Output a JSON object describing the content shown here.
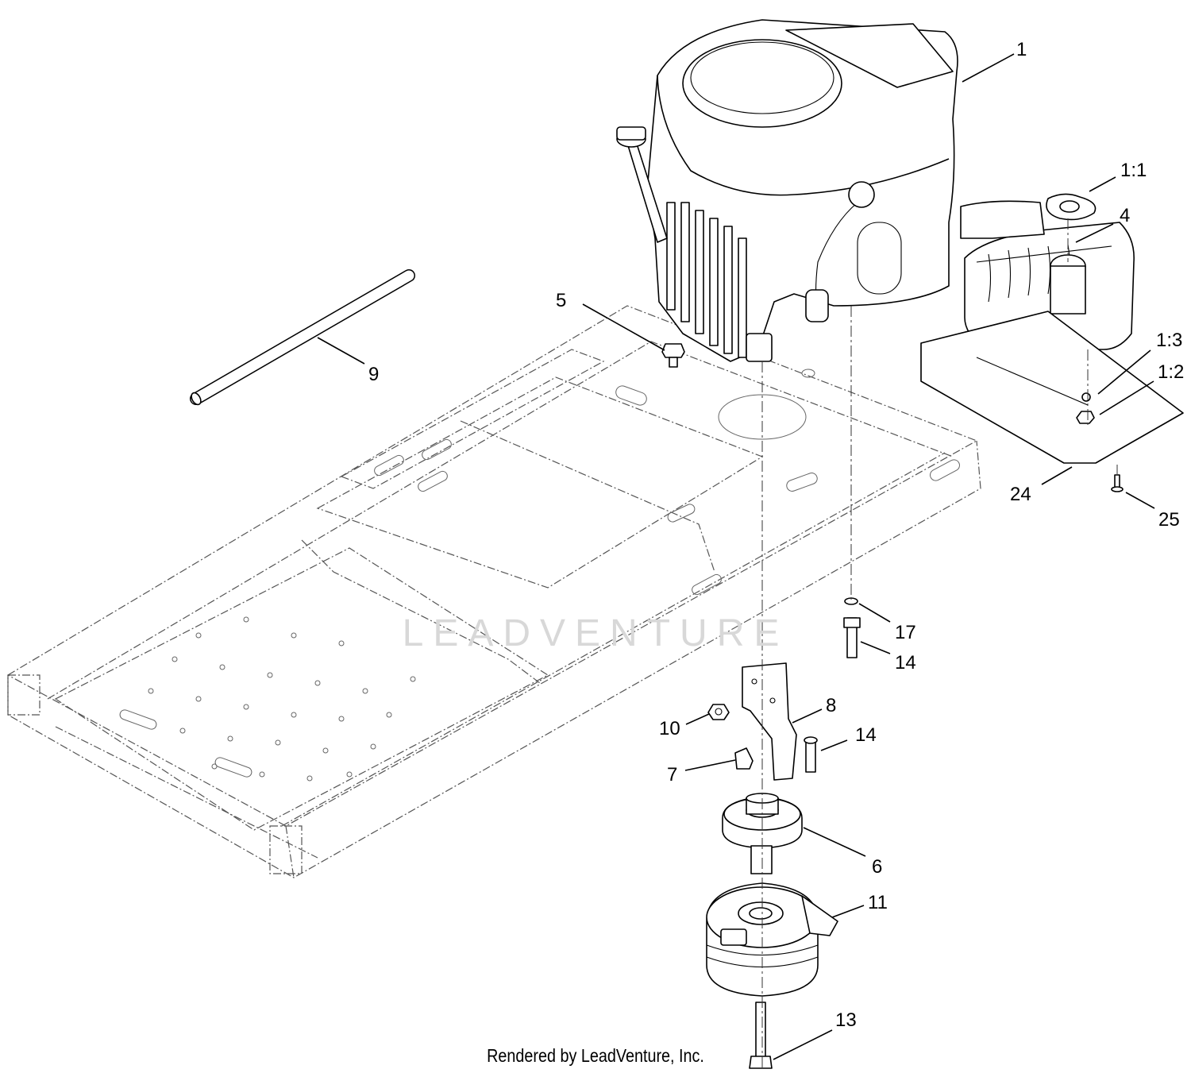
{
  "callouts": [
    {
      "id": "c1",
      "label": "1"
    },
    {
      "id": "c1_1",
      "label": "1:1"
    },
    {
      "id": "c4",
      "label": "4"
    },
    {
      "id": "c5",
      "label": "5"
    },
    {
      "id": "c9",
      "label": "9"
    },
    {
      "id": "c1_3",
      "label": "1:3"
    },
    {
      "id": "c1_2",
      "label": "1:2"
    },
    {
      "id": "c24",
      "label": "24"
    },
    {
      "id": "c25",
      "label": "25"
    },
    {
      "id": "c17",
      "label": "17"
    },
    {
      "id": "c14a",
      "label": "14"
    },
    {
      "id": "c8",
      "label": "8"
    },
    {
      "id": "c10",
      "label": "10"
    },
    {
      "id": "c14b",
      "label": "14"
    },
    {
      "id": "c7",
      "label": "7"
    },
    {
      "id": "c6",
      "label": "6"
    },
    {
      "id": "c11",
      "label": "11"
    },
    {
      "id": "c13",
      "label": "13"
    }
  ],
  "watermark": "LEADVENTURE",
  "credit": "Rendered by LeadVenture, Inc."
}
